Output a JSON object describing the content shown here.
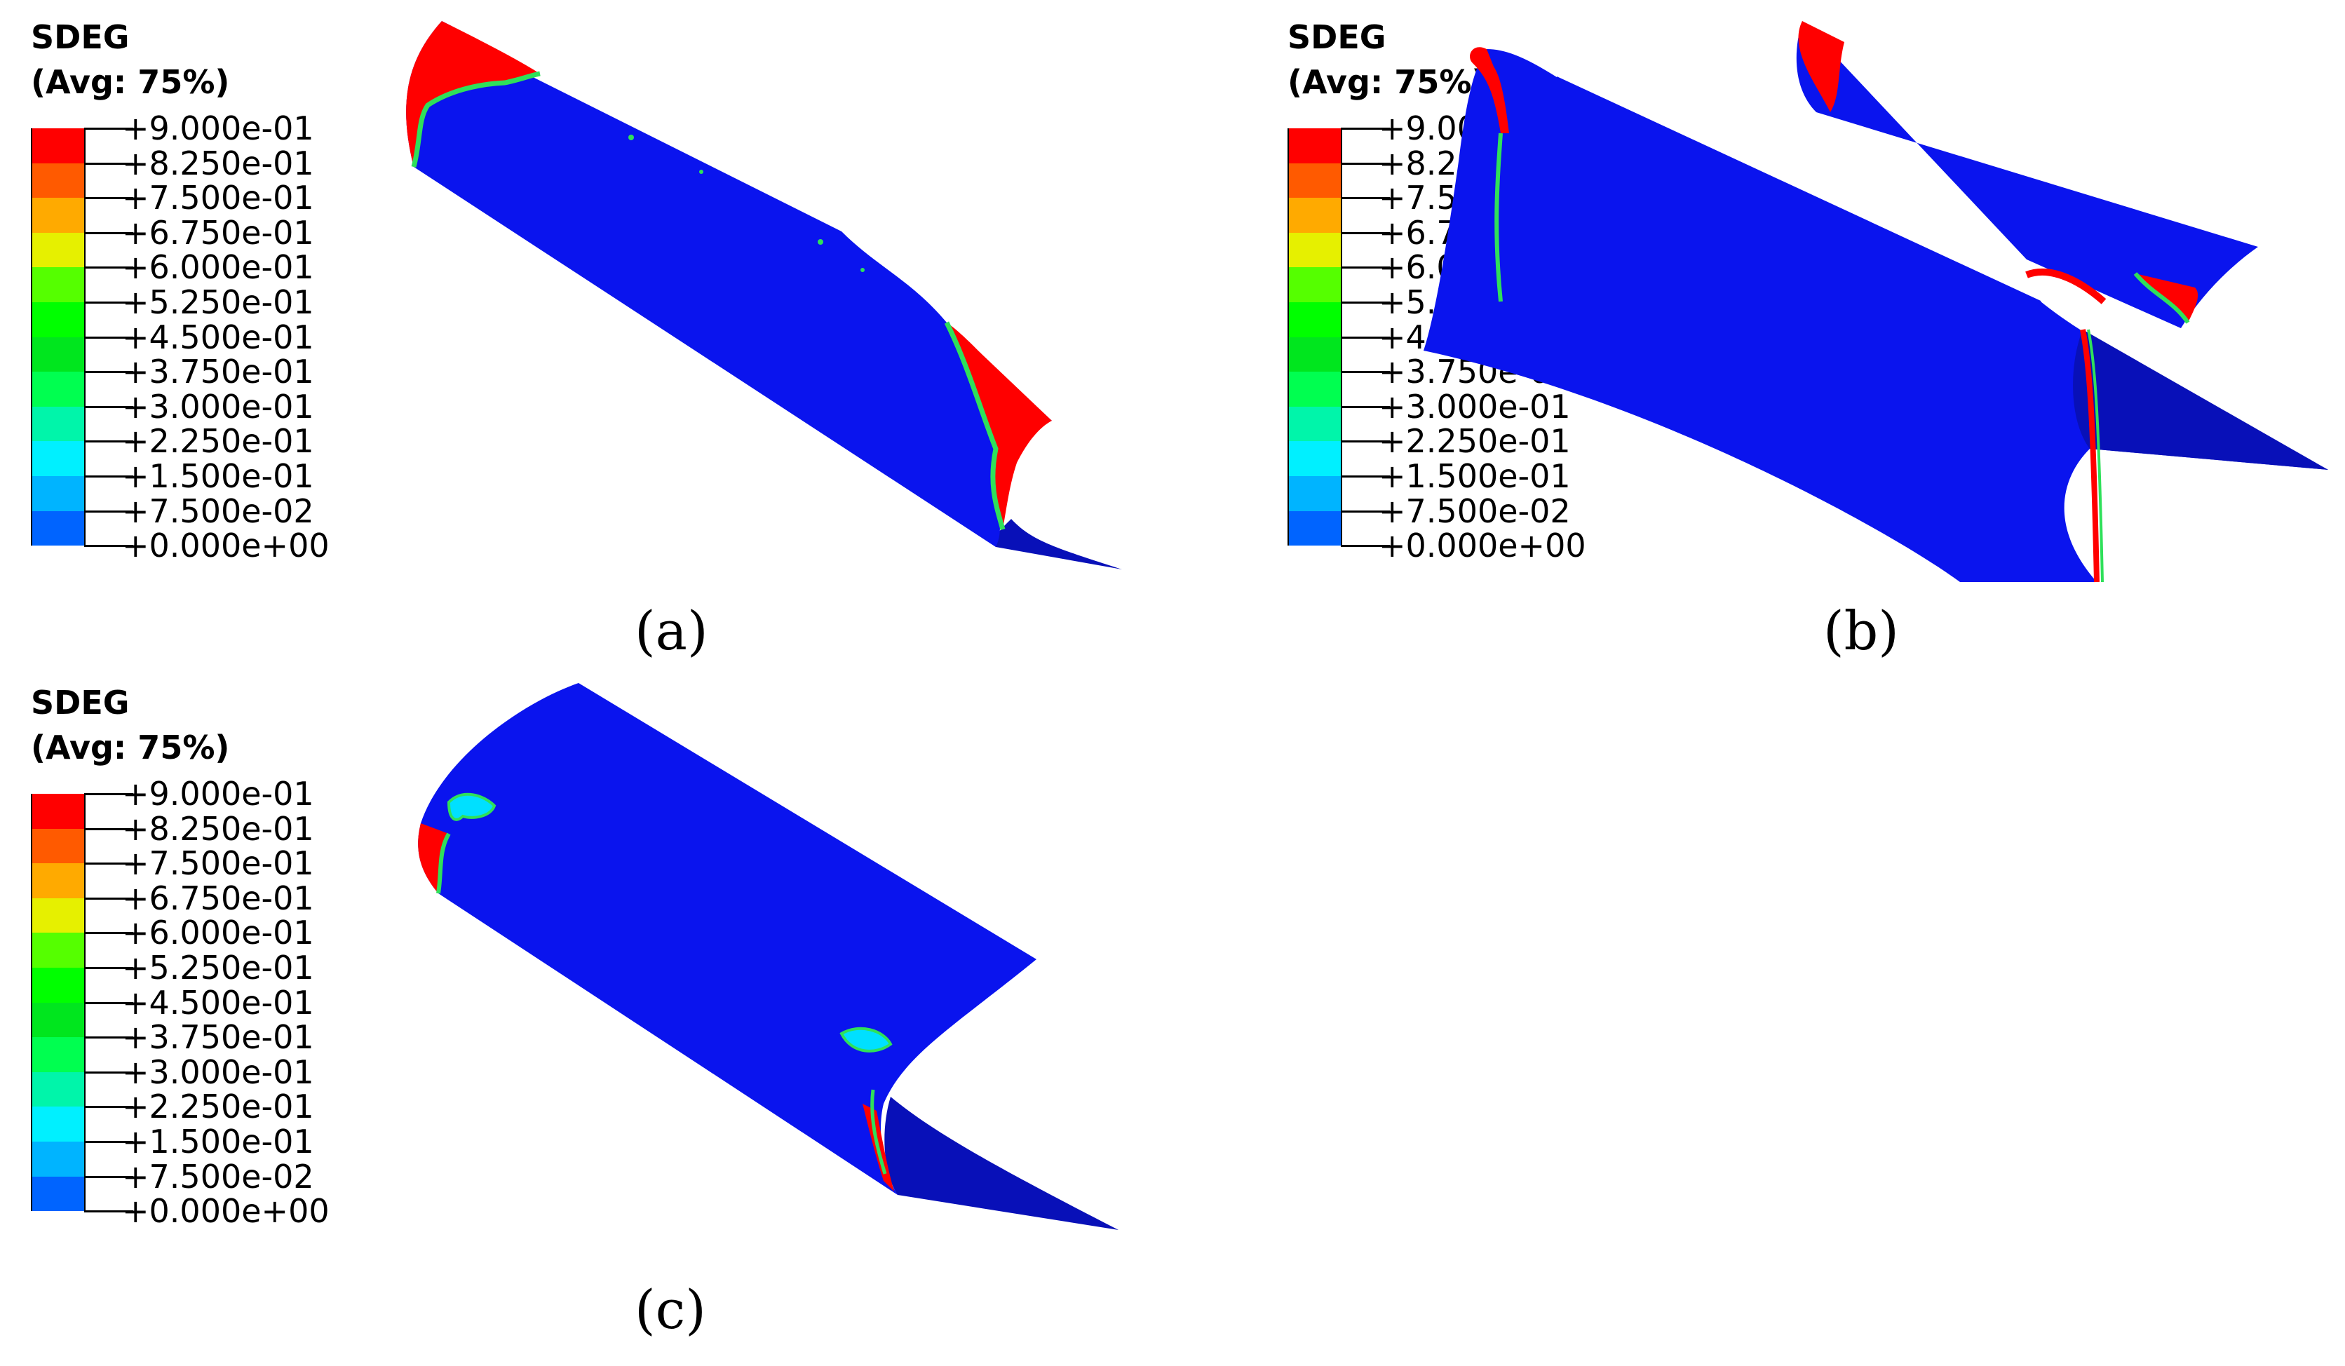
{
  "legend": {
    "title": "SDEG",
    "subtitle": "(Avg: 75%)",
    "levels": [
      {
        "label": "+9.000e-01",
        "color": "#ff0000"
      },
      {
        "label": "+8.250e-01",
        "color": "#ff5a00"
      },
      {
        "label": "+7.500e-01",
        "color": "#ffaa00"
      },
      {
        "label": "+6.750e-01",
        "color": "#e6f000"
      },
      {
        "label": "+6.000e-01",
        "color": "#55ff00"
      },
      {
        "label": "+5.250e-01",
        "color": "#00ff00"
      },
      {
        "label": "+4.500e-01",
        "color": "#00e61e"
      },
      {
        "label": "+3.750e-01",
        "color": "#00ff50"
      },
      {
        "label": "+3.000e-01",
        "color": "#00f5aa"
      },
      {
        "label": "+2.250e-01",
        "color": "#00f0ff"
      },
      {
        "label": "+1.500e-01",
        "color": "#00b4ff"
      },
      {
        "label": "+7.500e-02",
        "color": "#0064ff"
      },
      {
        "label": "+0.000e+00",
        "color": "#0000ff"
      }
    ]
  },
  "panels": [
    {
      "id": "a",
      "caption": "(a)"
    },
    {
      "id": "b",
      "caption": "(b)"
    },
    {
      "id": "c",
      "caption": "(c)"
    }
  ],
  "colors": {
    "shell": "#0a14ee",
    "shell_dark": "#0810b8",
    "damage": "#ff0000",
    "transition": "#2fe05a",
    "outline": "#000000"
  }
}
